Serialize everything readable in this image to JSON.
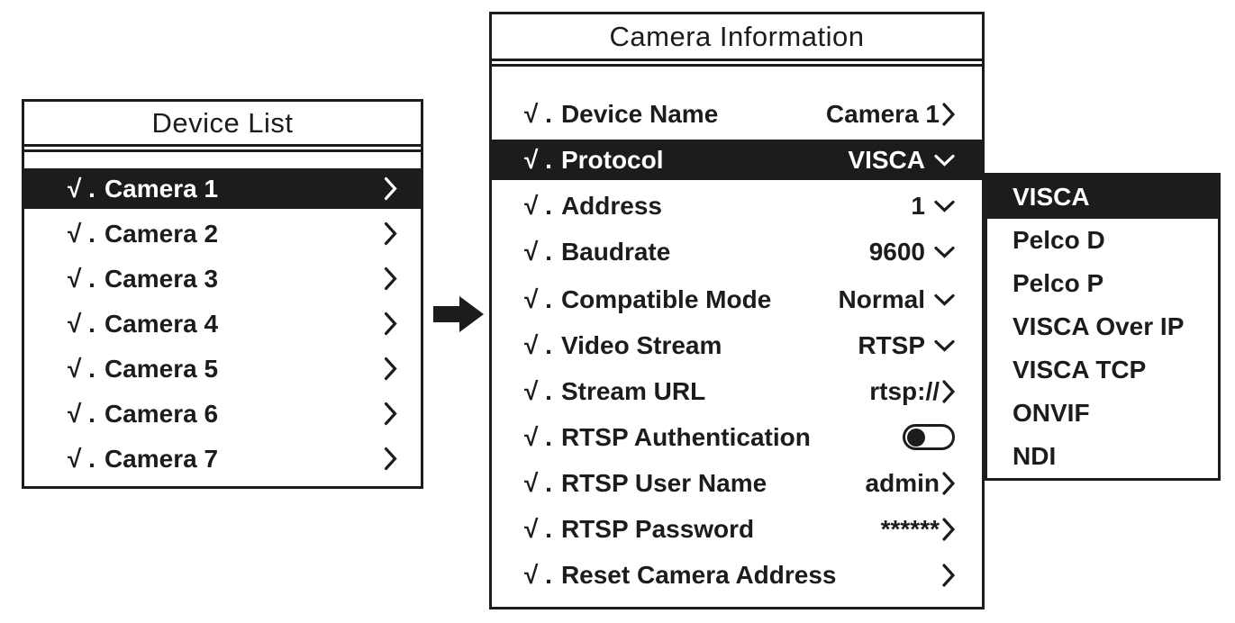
{
  "shared": {
    "check_prefix": "√ .",
    "colors": {
      "ink": "#1c1c1c",
      "paper": "#ffffff",
      "highlight_bg": "#1c1c1c",
      "highlight_text": "#ffffff"
    }
  },
  "device_list": {
    "title": "Device List",
    "items": [
      {
        "label": "Camera 1",
        "selected": true
      },
      {
        "label": "Camera 2",
        "selected": false
      },
      {
        "label": "Camera 3",
        "selected": false
      },
      {
        "label": "Camera 4",
        "selected": false
      },
      {
        "label": "Camera 5",
        "selected": false
      },
      {
        "label": "Camera 6",
        "selected": false
      },
      {
        "label": "Camera 7",
        "selected": false
      }
    ]
  },
  "camera_info": {
    "title": "Camera Information",
    "rows": [
      {
        "label": "Device Name",
        "value": "Camera 1",
        "control": "chevron-right",
        "selected": false
      },
      {
        "label": "Protocol",
        "value": "VISCA",
        "control": "chevron-down",
        "selected": true
      },
      {
        "label": "Address",
        "value": "1",
        "control": "chevron-down",
        "selected": false
      },
      {
        "label": "Baudrate",
        "value": "9600",
        "control": "chevron-down",
        "selected": false
      },
      {
        "label": "Compatible Mode",
        "value": "Normal",
        "control": "chevron-down",
        "selected": false
      },
      {
        "label": "Video Stream",
        "value": "RTSP",
        "control": "chevron-down",
        "selected": false
      },
      {
        "label": "Stream URL",
        "value": "rtsp://",
        "control": "chevron-right",
        "selected": false
      },
      {
        "label": "RTSP Authentication",
        "value": "",
        "control": "toggle-off",
        "selected": false
      },
      {
        "label": "RTSP User Name",
        "value": "admin",
        "control": "chevron-right",
        "selected": false
      },
      {
        "label": "RTSP Password",
        "value": "******",
        "control": "chevron-right",
        "selected": false
      },
      {
        "label": "Reset Camera Address",
        "value": "",
        "control": "chevron-right",
        "selected": false
      }
    ]
  },
  "protocol_dropdown": {
    "options": [
      {
        "label": "VISCA",
        "selected": true
      },
      {
        "label": "Pelco D",
        "selected": false
      },
      {
        "label": "Pelco P",
        "selected": false
      },
      {
        "label": "VISCA Over IP",
        "selected": false
      },
      {
        "label": "VISCA TCP",
        "selected": false
      },
      {
        "label": "ONVIF",
        "selected": false
      },
      {
        "label": "NDI",
        "selected": false
      }
    ]
  }
}
